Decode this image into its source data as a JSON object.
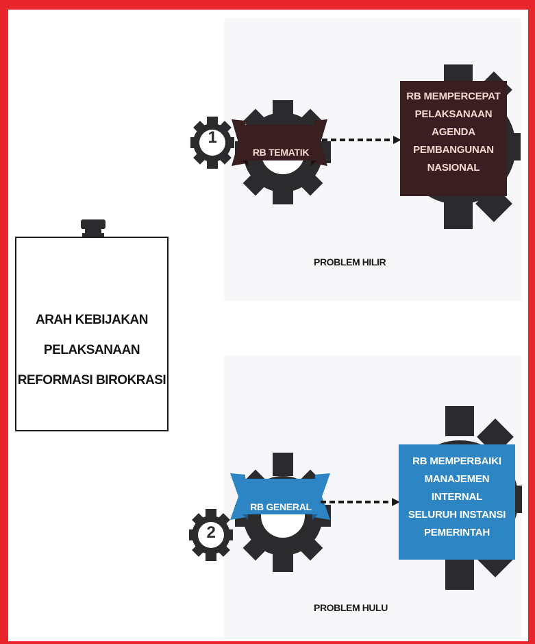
{
  "policy": {
    "lines": [
      "ARAH KEBIJAKAN",
      "PELAKSANAAN",
      "REFORMASI BIROKRASI"
    ]
  },
  "tracks": [
    {
      "number": "1",
      "label": "RB TEMATIK",
      "result_lines": [
        "RB MEMPERCEPAT",
        "PELAKSANAAN AGENDA",
        "PEMBANGUNAN",
        "NASIONAL"
      ],
      "problem": "PROBLEM HILIR"
    },
    {
      "number": "2",
      "label": "RB GENERAL",
      "result_lines": [
        "RB MEMPERBAIKI",
        "MANAJEMEN INTERNAL",
        "SELURUH INSTANSI",
        "PEMERINTAH"
      ],
      "problem": "PROBLEM HULU"
    }
  ],
  "colors": {
    "frame": "#e8262b",
    "gear": "#2b2a2c",
    "tematik": "#3a1f22",
    "tematik_text": "#f3d9d0",
    "general": "#2e85c4",
    "general_text": "#ffffff"
  },
  "icons": [
    "pen-chart-icon",
    "gear-icon",
    "dashed-arrow-icon"
  ]
}
